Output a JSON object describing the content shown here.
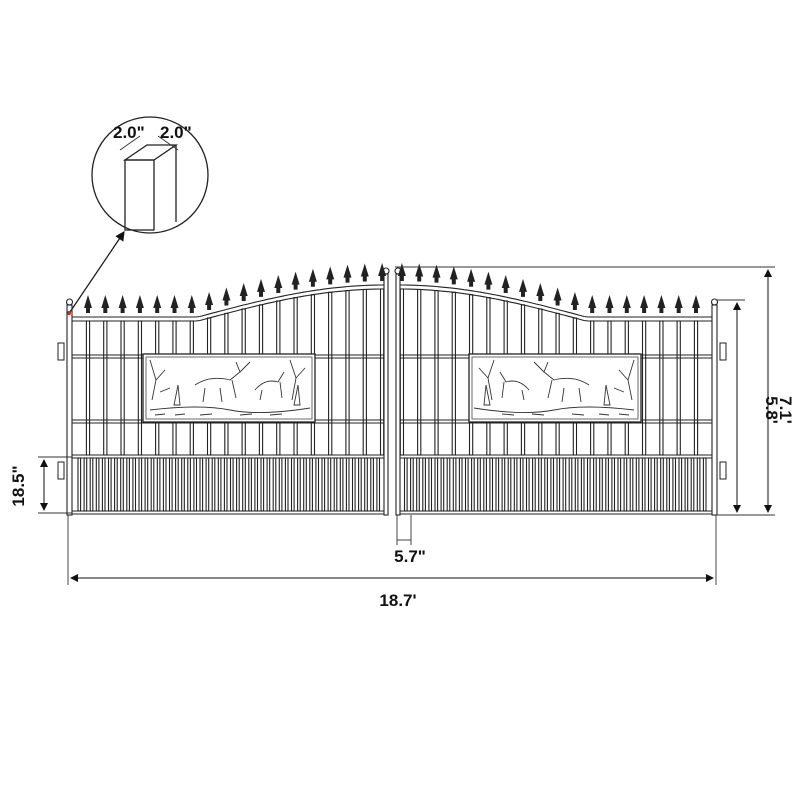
{
  "detail": {
    "post_width_label": "2.0\"",
    "post_depth_label": "2.0\""
  },
  "dimensions": {
    "bottom_panel_height": "18.5\"",
    "center_gap": "5.7\"",
    "total_width": "18.7'",
    "side_height": "5.8'",
    "peak_height": "7.1'"
  },
  "colors": {
    "line": "#222222",
    "marker": "#e0201c"
  }
}
